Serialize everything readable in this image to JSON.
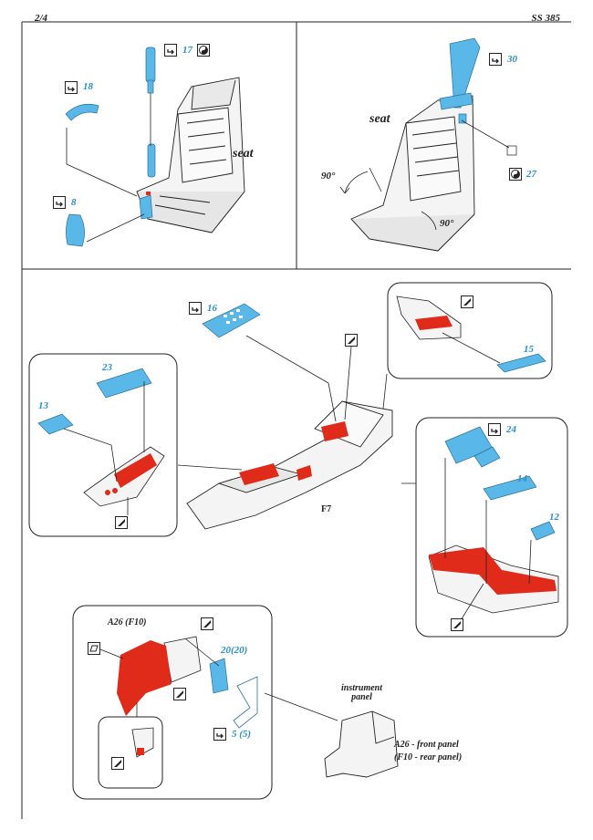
{
  "header": {
    "page": "2/4",
    "code": "SS 385"
  },
  "labels": {
    "seat_left": "seat",
    "seat_right": "seat",
    "angle_left": "90°",
    "angle_right": "90°",
    "f7": "F7",
    "a26": "A26 (F10)",
    "instrument_panel": "instrument\npanel",
    "front_panel_1": "A26 - front panel",
    "front_panel_2": "(F10 - rear panel)"
  },
  "parts": {
    "p17": "17",
    "p18": "18",
    "p8": "8",
    "p30": "30",
    "p27": "27",
    "p16": "16",
    "p15": "15",
    "p23": "23",
    "p13": "13",
    "p24": "24",
    "p14": "14",
    "p12": "12",
    "p20": "20(20)",
    "p5": "5 (5)"
  },
  "colors": {
    "photo_etch": "#5ab8e8",
    "paint_red": "#e02a1a",
    "line": "#222222"
  }
}
